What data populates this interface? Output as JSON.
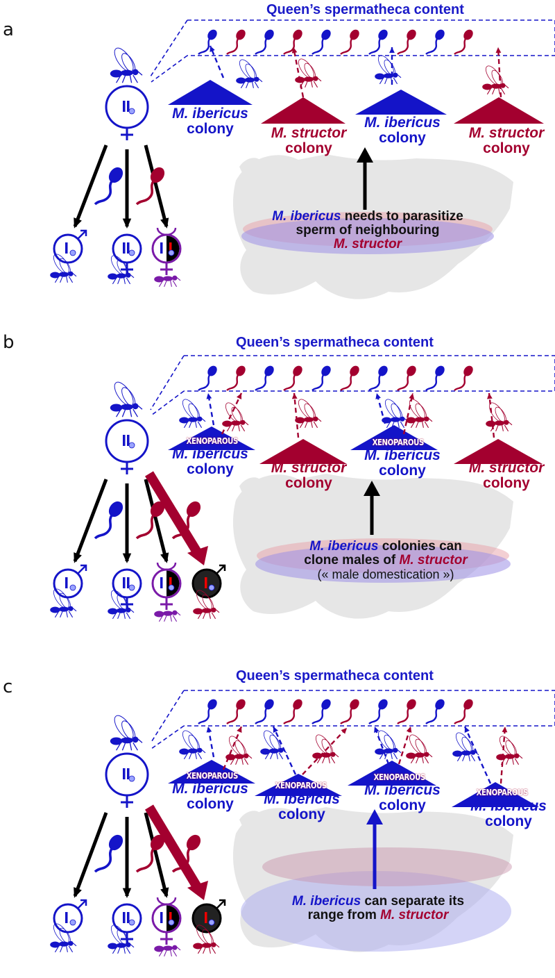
{
  "colors": {
    "iberic": "#1414c8",
    "structor": "#a3002f",
    "hybrid": "#7a1aa8",
    "black": "#111111",
    "map": "#e6e6e6"
  },
  "panels": [
    {
      "label": "a",
      "title": "Queen’s spermatheca content",
      "sperm_sequence": [
        "iberic",
        "structor",
        "iberic",
        "structor",
        "iberic",
        "structor",
        "iberic",
        "structor",
        "iberic",
        "structor"
      ],
      "colonies": [
        {
          "species": "M. ibericus",
          "suffix": "colony",
          "type": "iberic",
          "tag": ""
        },
        {
          "species": "M. structor",
          "suffix": "colony",
          "type": "structor",
          "tag": ""
        },
        {
          "species": "M. ibericus",
          "suffix": "colony",
          "type": "iberic",
          "tag": ""
        },
        {
          "species": "M. structor",
          "suffix": "colony",
          "type": "structor",
          "tag": ""
        }
      ],
      "caption": {
        "line1_sp": "M. ibericus",
        "line1_rest": " needs to parasitize",
        "line2": "sperm of neighbouring",
        "line3_sp": "M. structor"
      },
      "offspring": [
        {
          "sex": "male",
          "chrom": "I",
          "type": "iberic"
        },
        {
          "sex": "female",
          "chrom": "II",
          "type": "iberic"
        },
        {
          "sex": "hybrid",
          "chrom": "I I",
          "type": "hybrid"
        }
      ],
      "queen_chrom": "II"
    },
    {
      "label": "b",
      "title": "Queen’s spermatheca content",
      "sperm_sequence": [
        "iberic",
        "structor",
        "iberic",
        "structor",
        "iberic",
        "structor",
        "iberic",
        "structor",
        "iberic",
        "structor"
      ],
      "colonies": [
        {
          "species": "M. ibericus",
          "suffix": "colony",
          "type": "iberic",
          "tag": "XENOPAROUS"
        },
        {
          "species": "M. structor",
          "suffix": "colony",
          "type": "structor",
          "tag": ""
        },
        {
          "species": "M. ibericus",
          "suffix": "colony",
          "type": "iberic",
          "tag": "XENOPAROUS"
        },
        {
          "species": "M. structor",
          "suffix": "colony",
          "type": "structor",
          "tag": ""
        }
      ],
      "caption": {
        "line1_sp": "M. ibericus",
        "line1_rest": " colonies can",
        "line2_pre": "clone males of ",
        "line2_sp": "M. structor",
        "line3": "(« male domestication »)"
      },
      "offspring": [
        {
          "sex": "male",
          "chrom": "I",
          "type": "iberic"
        },
        {
          "sex": "female",
          "chrom": "II",
          "type": "iberic"
        },
        {
          "sex": "hybrid",
          "chrom": "I I",
          "type": "hybrid"
        },
        {
          "sex": "male",
          "chrom": "I",
          "type": "structor-clone"
        }
      ],
      "queen_chrom": "II"
    },
    {
      "label": "c",
      "title": "Queen’s spermatheca content",
      "sperm_sequence": [
        "iberic",
        "structor",
        "iberic",
        "structor",
        "iberic",
        "structor",
        "iberic",
        "structor",
        "iberic",
        "structor"
      ],
      "colonies": [
        {
          "species": "M. ibericus",
          "suffix": "colony",
          "type": "iberic",
          "tag": "XENOPAROUS"
        },
        {
          "species": "M. ibericus",
          "suffix": "colony",
          "type": "iberic",
          "tag": "XENOPAROUS"
        },
        {
          "species": "M. ibericus",
          "suffix": "colony",
          "type": "iberic",
          "tag": "XENOPAROUS"
        },
        {
          "species": "M. ibericus",
          "suffix": "colony",
          "type": "iberic",
          "tag": "XENOPAROUS"
        }
      ],
      "caption": {
        "line1_sp": "M. ibericus",
        "line1_rest": " can separate its",
        "line2_pre": "range from ",
        "line2_sp": "M. structor"
      },
      "offspring": [
        {
          "sex": "male",
          "chrom": "I",
          "type": "iberic"
        },
        {
          "sex": "female",
          "chrom": "II",
          "type": "iberic"
        },
        {
          "sex": "hybrid",
          "chrom": "I I",
          "type": "hybrid"
        },
        {
          "sex": "male",
          "chrom": "I",
          "type": "structor-clone"
        }
      ],
      "queen_chrom": "II"
    }
  ]
}
